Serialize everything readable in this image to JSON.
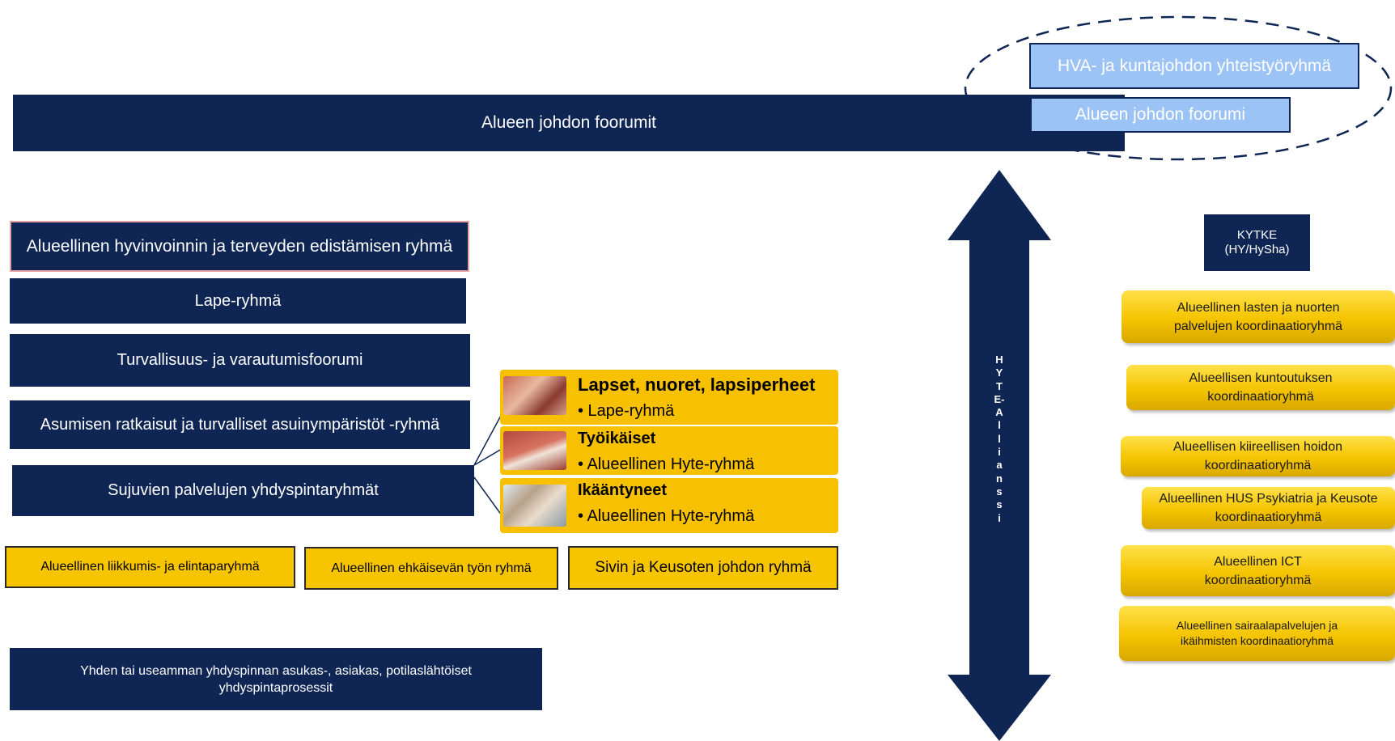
{
  "forum": {
    "main_label": "Alueen johdon foorumit",
    "hva_label": "HVA- ja kuntajohdon yhteistyöryhmä",
    "forum_label": "Alueen johdon foorumi"
  },
  "left_groups": {
    "hyte": "Alueellinen hyvinvoinnin ja terveyden edistämisen ryhmä",
    "lape": "Lape-ryhmä",
    "safety": "Turvallisuus- ja varautumisfoorumi",
    "housing": "Asumisen ratkaisut ja turvalliset asuinympäristöt -ryhmä",
    "interface": "Sujuvien palvelujen yhdyspintaryhmät"
  },
  "categories": [
    {
      "title": "Lapset, nuoret, lapsiperheet",
      "item": "• Lape-ryhmä"
    },
    {
      "title": "Työikäiset",
      "item": "• Alueellinen Hyte-ryhmä"
    },
    {
      "title": "Ikääntyneet",
      "item": "• Alueellinen Hyte-ryhmä"
    }
  ],
  "bottom_groups": {
    "liikkumis": "Alueellinen liikkumis- ja elintaparyhmä",
    "ehkaisevan": "Alueellinen ehkäisevän työn ryhmä",
    "sivin": "Sivin ja Keusoten johdon ryhmä"
  },
  "processes": "Yhden tai useamman yhdyspinnan asukas-, asiakas, potilaslähtöiset yhdyspintaprosessit",
  "arrow_letters": [
    "H",
    "Y",
    "T",
    "E-",
    "A",
    "l",
    "l",
    "i",
    "a",
    "n",
    "s",
    "s",
    "i"
  ],
  "kytke": {
    "line1": "KYTKE",
    "line2": "(HY/HySha)"
  },
  "right_groups": [
    "Alueellinen lasten ja nuorten palvelujen koordinaatioryhmä",
    "Alueellisen kuntoutuksen koordinaatioryhmä",
    "Alueellisen kiireellisen hoidon koordinaatioryhmä",
    "Alueellinen HUS Psykiatria ja Keusote koordinaatioryhmä",
    "Alueellinen ICT koordinaatioryhmä",
    "Alueellinen sairaalapalvelujen ja ikäihmisten koordinaatioryhmä"
  ],
  "colors": {
    "navy": "#0f2655",
    "gold": "#f7c400",
    "light_blue": "#9cc3f5"
  }
}
